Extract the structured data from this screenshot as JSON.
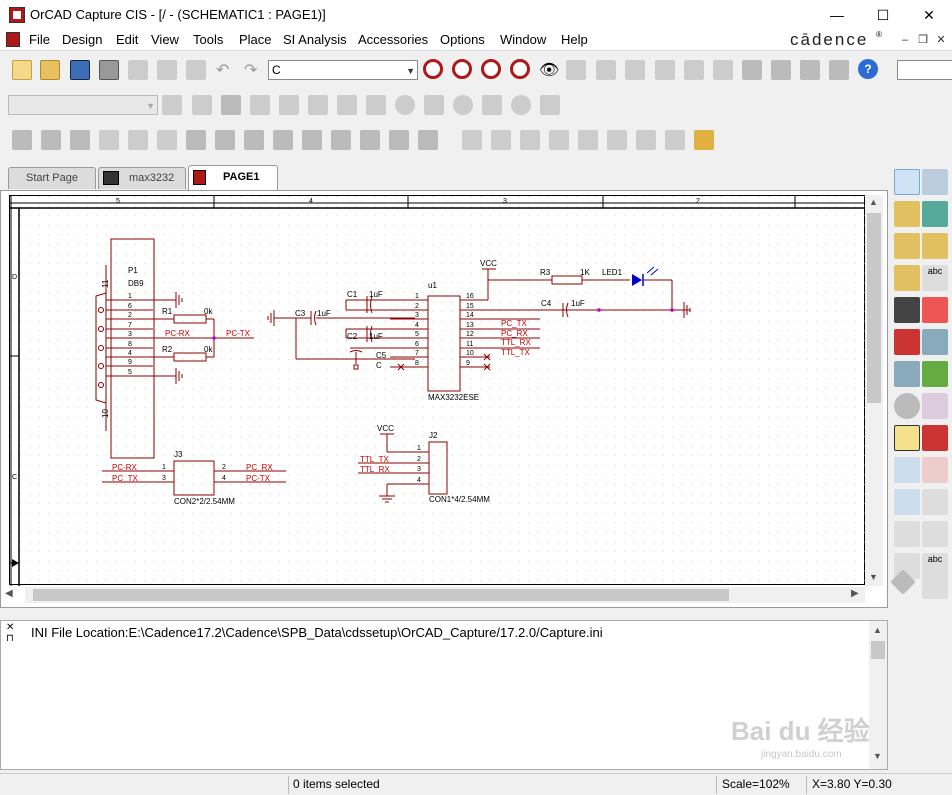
{
  "window": {
    "title": "OrCAD Capture CIS - [/ - (SCHEMATIC1 : PAGE1)]",
    "minimize": "—",
    "maximize": "☐",
    "close": "✕"
  },
  "menu": {
    "items": [
      "File",
      "Design",
      "Edit",
      "View",
      "Tools",
      "Place",
      "SI Analysis",
      "Accessories",
      "Options",
      "Window",
      "Help"
    ],
    "brand": "cādence",
    "mdi_minimize": "–",
    "mdi_restore": "❐",
    "mdi_close": "✕"
  },
  "toolbar": {
    "part_combo_value": "C",
    "search_value": "",
    "disabled_combo_value": ""
  },
  "tabs": [
    {
      "label": "Start Page"
    },
    {
      "label": "max3232"
    },
    {
      "label": "PAGE1"
    }
  ],
  "schematic": {
    "ruler_top": [
      "5",
      "4",
      "3",
      "2"
    ],
    "ruler_left": [
      "D",
      "C"
    ],
    "p1": {
      "ref": "P1",
      "value": "DB9",
      "pin11": "11",
      "pin10": "10",
      "pins": [
        "1",
        "6",
        "2",
        "7",
        "3",
        "8",
        "4",
        "9",
        "5"
      ]
    },
    "r1": {
      "ref": "R1",
      "value": "0k"
    },
    "r2": {
      "ref": "R2",
      "value": "0k"
    },
    "nets": {
      "pc_rx": "PC-RX",
      "pc_tx": "PC-TX",
      "vcc": "VCC",
      "pc_tx_u": "PC_TX",
      "pc_rx_u": "PC_RX",
      "ttl_rx": "TTL_RX",
      "ttl_tx": "TTL_TX"
    },
    "c3": {
      "ref": "C3",
      "value": "1uF"
    },
    "c1": {
      "ref": "C1",
      "value": "1uF"
    },
    "c2": {
      "ref": "C2",
      "value": "1uF"
    },
    "c5": {
      "ref": "C5",
      "value": "C"
    },
    "c4": {
      "ref": "C4",
      "value": "1uF"
    },
    "r3": {
      "ref": "R3",
      "value": "1K"
    },
    "led": {
      "ref": "LED1"
    },
    "u1": {
      "ref": "u1",
      "part": "MAX3232ESE",
      "left_pins": [
        "1",
        "2",
        "3",
        "4",
        "5",
        "6",
        "7",
        "8"
      ],
      "right_pins": [
        "16",
        "15",
        "14",
        "13",
        "12",
        "11",
        "10",
        "9"
      ],
      "right_nets": [
        "",
        "",
        "PC_TX",
        "PC_RX",
        "TTL_RX",
        "TTL_TX",
        "",
        ""
      ]
    },
    "j3": {
      "ref": "J3",
      "part": "CON2*2/2.54MM",
      "pins": [
        "1",
        "3",
        "2",
        "4"
      ],
      "nets_left": [
        "PC-RX",
        "PC_TX"
      ],
      "nets_right": [
        "PC_RX",
        "PC-TX"
      ]
    },
    "j2": {
      "ref": "J2",
      "part": "CON1*4/2.54MM",
      "pins": [
        "1",
        "2",
        "3",
        "4"
      ],
      "nets": [
        "",
        "TTL_TX",
        "TTL_RX",
        ""
      ]
    }
  },
  "session_log": {
    "message": "INI File Location:E:\\Cadence17.2\\Cadence\\SPB_Data\\cdssetup\\OrCAD_Capture/17.2.0/Capture.ini"
  },
  "status": {
    "selection": "0 items selected",
    "scale": "Scale=102%",
    "coords": "X=3.80  Y=0.30"
  },
  "watermark": {
    "line1": "Bai du 经验",
    "line2": "jingyan.baidu.com"
  },
  "colors": {
    "wire": "#8b0000",
    "net_text": "#cc0000",
    "part": "#8b0000",
    "pin_text": "#000000",
    "led": "#0000cc",
    "accent": "#2b6cd4"
  }
}
